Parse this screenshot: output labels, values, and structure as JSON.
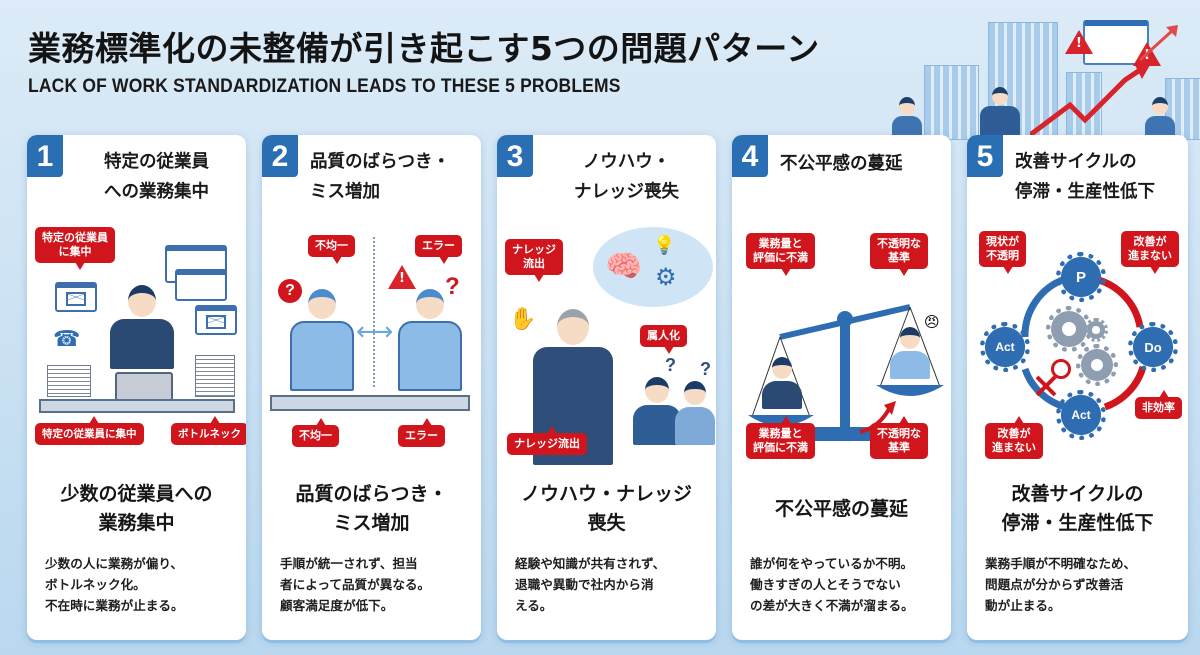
{
  "header": {
    "title": "業務標準化の未整備が引き起こす5つの問題パターン",
    "subtitle": "LACK OF WORK STANDARDIZATION LEADS TO THESE 5 PROBLEMS"
  },
  "colors": {
    "accent_blue": "#2a6fb4",
    "alert_red": "#d0161c",
    "background": "#cfe4f4",
    "card": "#ffffff"
  },
  "cards": [
    {
      "number": "1",
      "title_lines": [
        "特定の従業員",
        "への業務集中"
      ],
      "illustration": {
        "bubbles": [
          "特定の従業員\nに集中",
          "特定の従業員に集中",
          "ボトルネック"
        ],
        "icons": [
          "email-window-icon",
          "phone-icon",
          "document-stack-icon",
          "laptop-icon"
        ]
      },
      "bottom_title_lines": [
        "少数の従業員への",
        "業務集中"
      ],
      "description_lines": [
        "少数の人に業務が偏り、",
        "ボトルネック化。",
        "不在時に業務が止まる。"
      ]
    },
    {
      "number": "2",
      "title_lines": [
        "品質のばらつき・",
        "ミス増加"
      ],
      "illustration": {
        "bubbles": [
          "不均一",
          "エラー",
          "不均一",
          "エラー"
        ],
        "icons": [
          "question-icon",
          "warning-icon",
          "double-arrow-icon"
        ]
      },
      "bottom_title_lines": [
        "品質のばらつき・",
        "ミス増加"
      ],
      "description_lines": [
        "手順が統一されず、担当",
        "者によって品質が異なる。",
        "顧客満足度が低下。"
      ]
    },
    {
      "number": "3",
      "title_lines": [
        "ノウハウ・",
        "ナレッジ喪失"
      ],
      "illustration": {
        "bubbles": [
          "ナレッジ\n流出",
          "属人化",
          "ナレッジ流出"
        ],
        "icons": [
          "brain-icon",
          "lightbulb-icon",
          "gear-icon"
        ]
      },
      "bottom_title_lines": [
        "ノウハウ・ナレッジ",
        "喪失"
      ],
      "description_lines": [
        "経験や知識が共有されず、",
        "退職や異動で社内から消",
        "える。"
      ]
    },
    {
      "number": "4",
      "title_lines": [
        "不公平感の蔓延"
      ],
      "illustration": {
        "bubbles": [
          "業務量と\n評価に不満",
          "不透明な\n基準",
          "業務量と\n評価に不満",
          "不透明な\n基準"
        ],
        "icons": [
          "balance-scale-icon",
          "angry-face-icon"
        ]
      },
      "bottom_title_lines": [
        "不公平感の蔓延"
      ],
      "description_lines": [
        "誰が何をやっているか不明。",
        "働きすぎの人とそうでない",
        "の差が大きく不満が溜まる。"
      ]
    },
    {
      "number": "5",
      "title_lines": [
        "改善サイクルの",
        "停滞・生産性低下"
      ],
      "illustration": {
        "bubbles": [
          "現状が\n不透明",
          "改善が\n進まない",
          "非効率",
          "改善が\n進まない"
        ],
        "gears": [
          "P",
          "Do",
          "Act",
          "Act"
        ],
        "icons": [
          "gear-icon",
          "prohibited-icon",
          "cross-icon"
        ]
      },
      "bottom_title_lines": [
        "改善サイクルの",
        "停滞・生産性低下"
      ],
      "description_lines": [
        "業務手順が不明確なため、",
        "問題点が分からず改善活",
        "動が止まる。"
      ]
    }
  ]
}
